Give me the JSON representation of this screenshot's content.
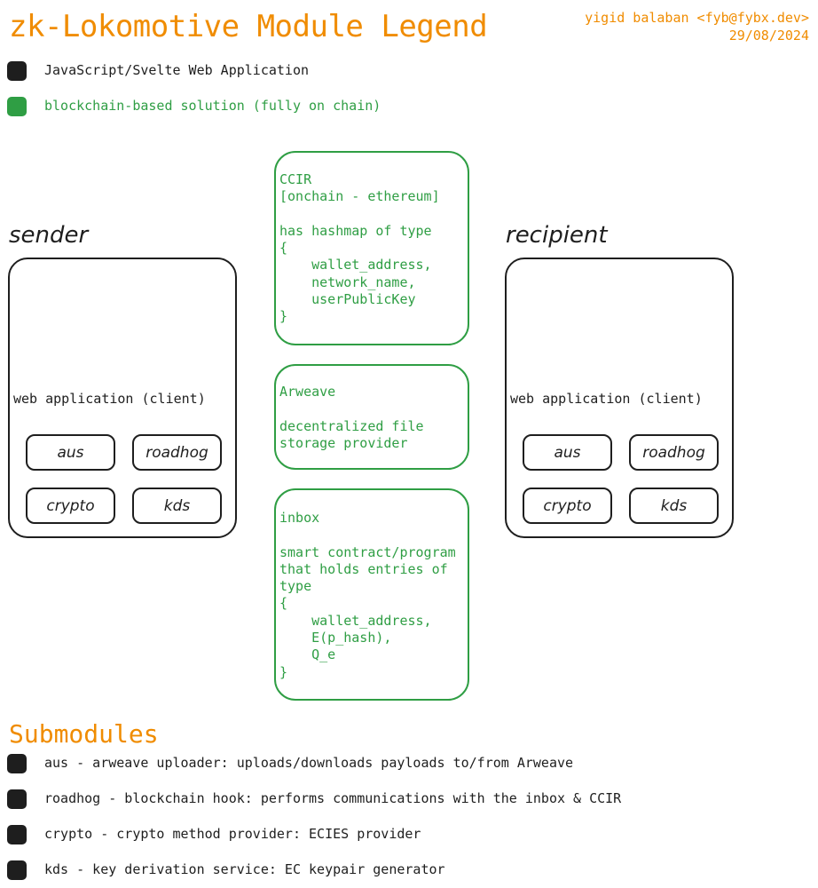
{
  "header": {
    "title": "zk-Lokomotive Module Legend",
    "author": "yigid balaban <fyb@fybx.dev>",
    "date": "29/08/2024"
  },
  "legend": [
    {
      "label": "JavaScript/Svelte Web Application",
      "color": "#1e1e1e"
    },
    {
      "label": "blockchain-based solution (fully on chain)",
      "color": "#2f9e44"
    }
  ],
  "sender": {
    "label": "sender",
    "client_label": "web application (client)",
    "modules": [
      "aus",
      "roadhog",
      "crypto",
      "kds"
    ]
  },
  "recipient": {
    "label": "recipient",
    "client_label": "web application (client)",
    "modules": [
      "aus",
      "roadhog",
      "crypto",
      "kds"
    ]
  },
  "chain": {
    "ccir": "CCIR\n[onchain - ethereum]\n\nhas hashmap of type\n{\n    wallet_address,\n    network_name,\n    userPublicKey\n}",
    "arweave": "Arweave\n\ndecentralized file\nstorage provider",
    "inbox": "inbox\n\nsmart contract/program\nthat holds entries of\ntype\n{\n    wallet_address,\n    E(p_hash),\n    Q_e\n}"
  },
  "submodules": {
    "title": "Submodules",
    "items": [
      "aus - arweave uploader: uploads/downloads payloads to/from Arweave",
      "roadhog - blockchain hook: performs communications with the inbox & CCIR",
      "crypto - crypto method provider: ECIES provider",
      "kds - key derivation service: EC keypair generator"
    ]
  }
}
